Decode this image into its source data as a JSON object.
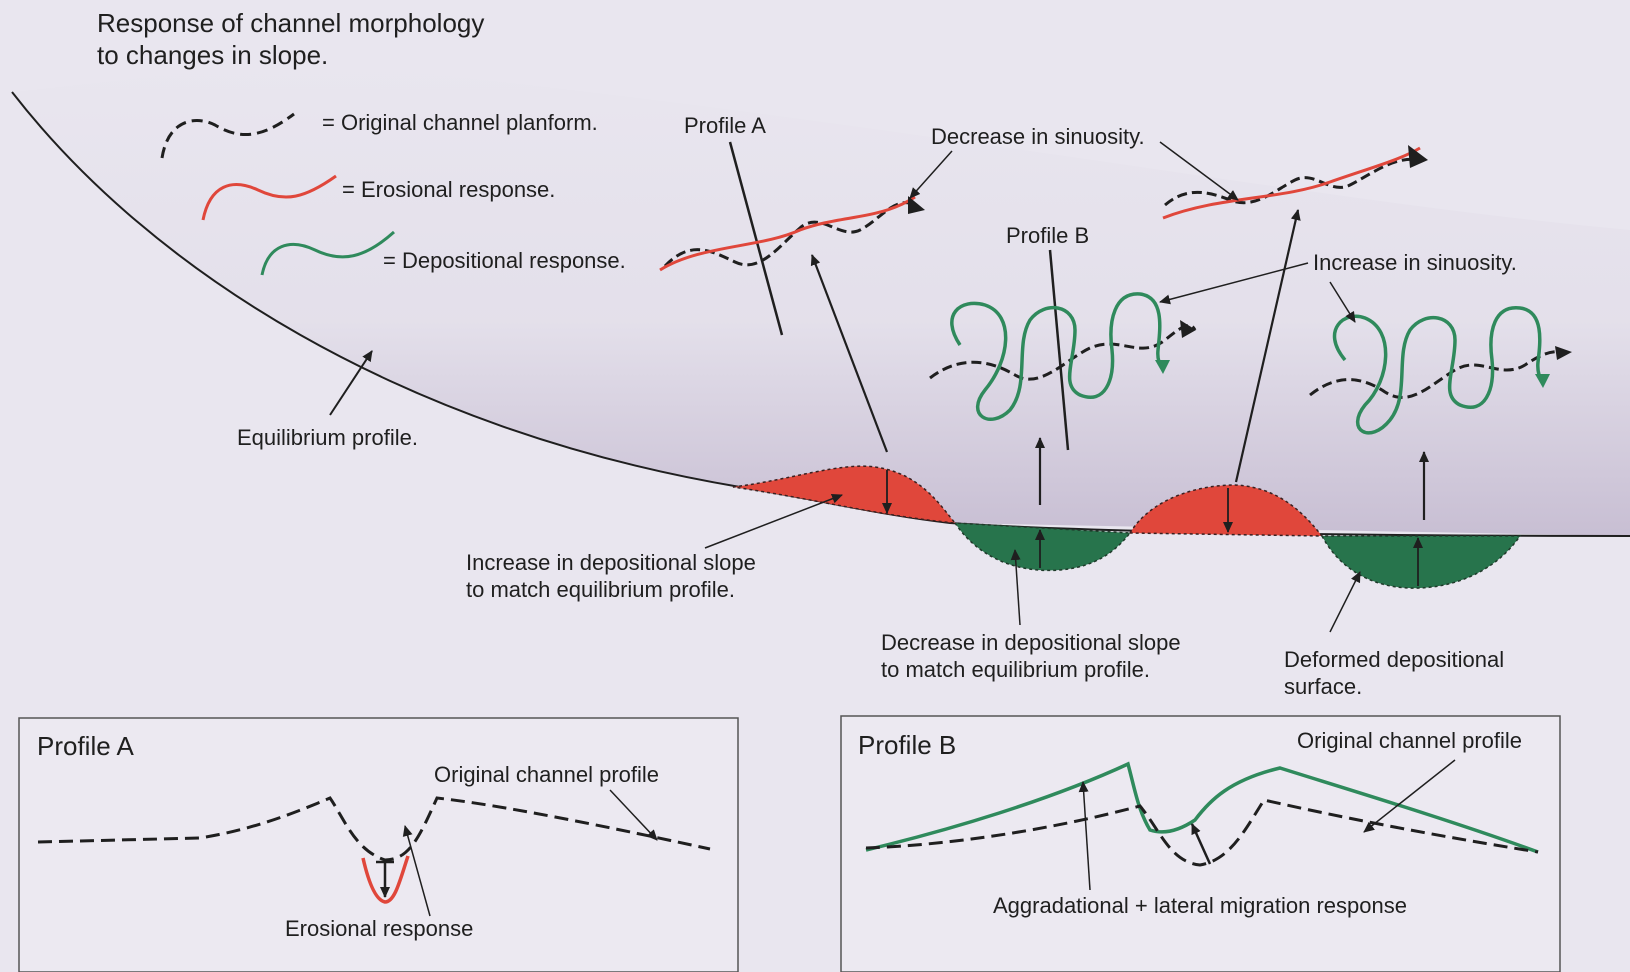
{
  "title": {
    "line1": "Response of channel morphology",
    "line2": "to changes in slope."
  },
  "legend": {
    "original": "= Original channel planform.",
    "erosional": "= Erosional response.",
    "depositional": "= Depositional response."
  },
  "labels": {
    "profile_a": "Profile A",
    "profile_b": "Profile B",
    "decrease_sinuosity": "Decrease in sinuosity.",
    "increase_sinuosity": "Increase in sinuosity.",
    "equilibrium_profile": "Equilibrium profile.",
    "increase_slope_1": "Increase in depositional slope",
    "increase_slope_2": "to match equilibrium profile.",
    "decrease_slope_1": "Decrease in depositional slope",
    "decrease_slope_2": "to match equilibrium profile.",
    "deformed_1": "Deformed depositional",
    "deformed_2": "surface."
  },
  "panel_a": {
    "title": "Profile A",
    "original_channel_profile": "Original channel profile",
    "erosional_response": "Erosional response"
  },
  "panel_b": {
    "title": "Profile B",
    "original_channel_profile": "Original channel profile",
    "aggradational_response": "Aggradational + lateral migration response"
  },
  "colors": {
    "erosional": "#e0473b",
    "depositional": "#2f8a5c",
    "depositional_fill": "#27744c",
    "original": "#1f1f1f",
    "background": "#e9e6ef"
  }
}
